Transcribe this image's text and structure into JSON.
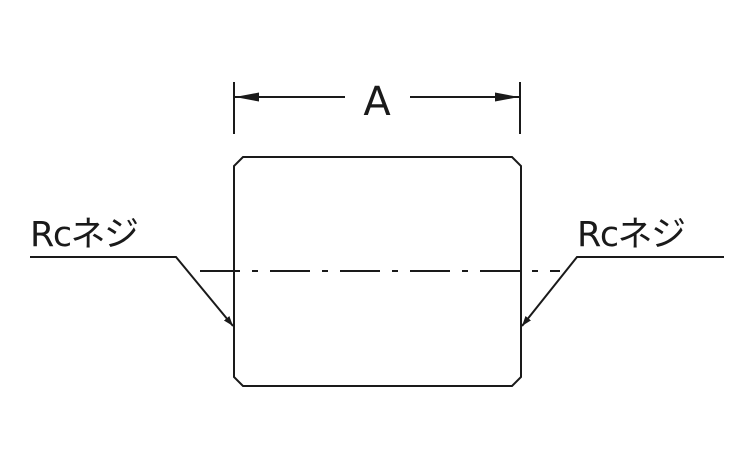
{
  "diagram": {
    "dimension_label": "A",
    "left_callout": "Rcネジ",
    "right_callout": "Rcネジ"
  },
  "colors": {
    "ink": "#1a1a1a",
    "background": "#ffffff"
  }
}
